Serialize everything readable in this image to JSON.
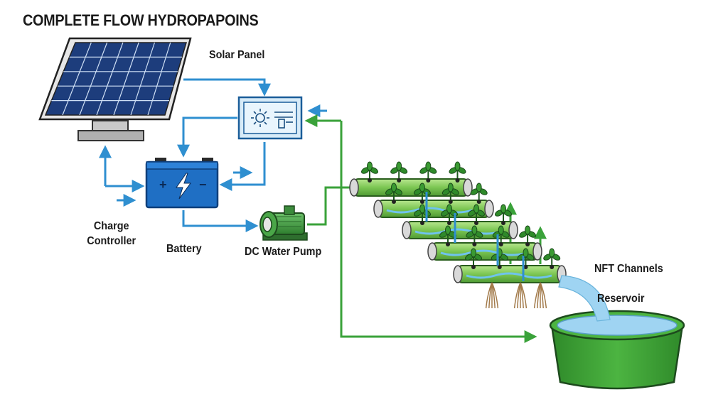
{
  "title": "COMPLETE FLOW HYDROPAPOINS",
  "labels": {
    "solar_panel": "Solar Panel",
    "charge_controller_line1": "Charge",
    "charge_controller_line2": "Controller",
    "battery": "Battery",
    "pump": "DC Water Pump",
    "nft_channels": "NFT Channels",
    "reservoir": "Reservoir"
  },
  "symbols": {
    "battery_plus": "+",
    "battery_minus": "−"
  },
  "colors": {
    "power_flow": "#2f8fd0",
    "water_flow": "#3aa23a",
    "panel_cell": "#2a4f9a",
    "controller_fill": "#d7ebf8",
    "battery_fill": "#1f6fc4",
    "pump_fill": "#3c9a3c",
    "pipe_fill": "#8fd06a",
    "reservoir_fill": "#3c9a34",
    "water": "#9fd4f2"
  },
  "icons": [
    "solar-panel-icon",
    "charge-controller-icon",
    "sun-icon",
    "battery-icon",
    "lightning-icon",
    "water-pump-icon",
    "plant-icon",
    "reservoir-icon"
  ]
}
